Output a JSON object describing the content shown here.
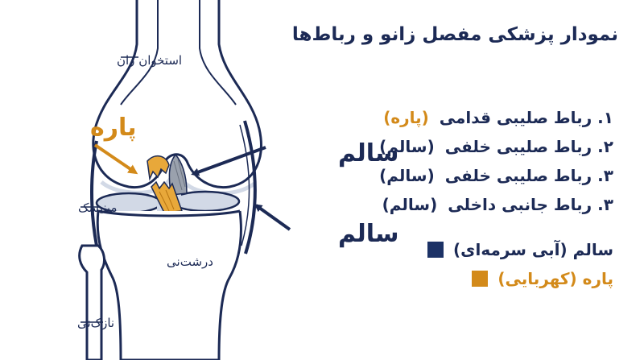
{
  "title": "نمودار پزشکی مفصل زانو و رباط‌ها",
  "labels": {
    "femur": "استخوان ران",
    "meniscus": "مینیسک",
    "tibia": "درشت‌نی",
    "fibula": "نازک‌نی",
    "torn": "پاره",
    "healthy_upper": "سالم",
    "healthy_lower": "سالم"
  },
  "ligaments": [
    {
      "num": "۱.",
      "label": "رباط صلیبی قدامی",
      "status": "(پاره)",
      "state": "torn"
    },
    {
      "num": "۲.",
      "label": "رباط صلیبی خلفی",
      "status": "(سالم)",
      "state": "healthy"
    },
    {
      "num": "۳.",
      "label": "رباط صلیبی خلفی",
      "status": "(سالم)",
      "state": "healthy"
    },
    {
      "num": "۳.",
      "label": "رباط جانبی داخلی",
      "status": "(سالم)",
      "state": "healthy"
    }
  ],
  "legend": [
    {
      "label": "سالم (آبی سرمه‌ای)",
      "color": "#1c3266",
      "state": "healthy"
    },
    {
      "label": "پاره (کهربایی)",
      "color": "#d38a1a",
      "state": "torn"
    }
  ],
  "colors": {
    "navy": "#1c2a55",
    "amber": "#d38a1a",
    "cartilage": "#d2d9e6",
    "ligament_gray": "#9aa1ad"
  }
}
